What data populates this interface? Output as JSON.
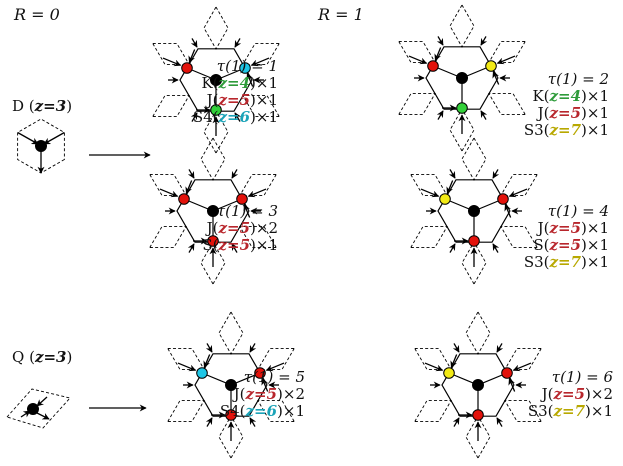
{
  "headers": {
    "r0": "R = 0",
    "r1": "R = 1"
  },
  "seeds": {
    "D": {
      "name": "D",
      "z": "z=3"
    },
    "Q": {
      "name": "Q",
      "z": "z=3"
    }
  },
  "configs": [
    {
      "tau": "τ(1) = 1",
      "lines": [
        {
          "pre": "K(",
          "z": "z=4",
          "post": ")×1",
          "c": "z4"
        },
        {
          "pre": "J(",
          "z": "z=5",
          "post": ")×1",
          "c": "z5"
        },
        {
          "pre": "S4(",
          "z": "z=6",
          "post": ")×1",
          "c": "z6"
        }
      ]
    },
    {
      "tau": "τ(1) = 2",
      "lines": [
        {
          "pre": "K(",
          "z": "z=4",
          "post": ")×1",
          "c": "z4"
        },
        {
          "pre": "J(",
          "z": "z=5",
          "post": ")×1",
          "c": "z5"
        },
        {
          "pre": "S3(",
          "z": "z=7",
          "post": ")×1",
          "c": "z7"
        }
      ]
    },
    {
      "tau": "τ(1) = 3",
      "lines": [
        {
          "pre": "J(",
          "z": "z=5",
          "post": ")×2",
          "c": "z5"
        },
        {
          "pre": "S(",
          "z": "z=5",
          "post": ")×1",
          "c": "z5"
        }
      ]
    },
    {
      "tau": "τ(1) = 4",
      "lines": [
        {
          "pre": "J(",
          "z": "z=5",
          "post": ")×1",
          "c": "z5"
        },
        {
          "pre": "S(",
          "z": "z=5",
          "post": ")×1",
          "c": "z5"
        },
        {
          "pre": "S3(",
          "z": "z=7",
          "post": ")×1",
          "c": "z7"
        }
      ]
    },
    {
      "tau": "τ(1) = 5",
      "lines": [
        {
          "pre": "J(",
          "z": "z=5",
          "post": ")×2",
          "c": "z5"
        },
        {
          "pre": "S4(",
          "z": "z=6",
          "post": ")×1",
          "c": "z6"
        }
      ]
    },
    {
      "tau": "τ(1) = 6",
      "lines": [
        {
          "pre": "J(",
          "z": "z=5",
          "post": ")×2",
          "c": "z5"
        },
        {
          "pre": "S3(",
          "z": "z=7",
          "post": ")×1",
          "c": "z7"
        }
      ]
    }
  ],
  "colors": {
    "black": "#000000",
    "red": "#e3120b",
    "cyan": "#1fc6e6",
    "green": "#33d13a",
    "yellow": "#f2ea16"
  }
}
